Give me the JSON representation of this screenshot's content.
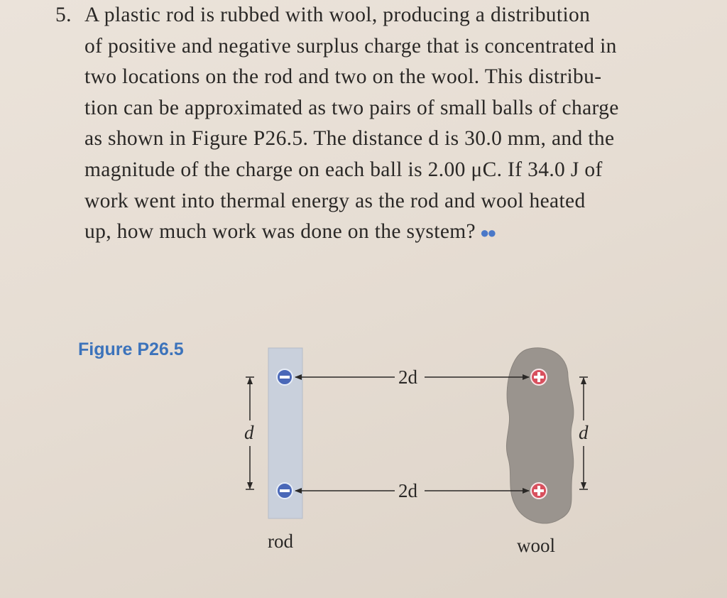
{
  "problem": {
    "number": "5.",
    "lines": [
      "A plastic rod is rubbed with wool, producing a distribution",
      "of positive and negative surplus charge that is concentrated in",
      "two locations on the rod and two on the wool. This distribu-",
      "tion can be approximated as two pairs of small balls of charge",
      "as shown in Figure P26.5. The distance d is 30.0 mm, and the",
      "magnitude of the charge on each ball is 2.00 μC. If 34.0 J of",
      "work went into thermal energy as the rod and wool heated",
      "up, how much work was done on the system?"
    ],
    "difficulty_marker": "●●"
  },
  "figure": {
    "caption": "Figure P26.5",
    "separation_label": "2d",
    "vertical_label": "d",
    "rod_label": "rod",
    "wool_label": "wool",
    "negative_sign": "−",
    "positive_sign": "+",
    "colors": {
      "rod": "#c9d0dc",
      "wool": "#9a948e",
      "negative_charge": "#4a68b8",
      "positive_charge": "#d8505e",
      "caption": "#3c73bb"
    }
  }
}
